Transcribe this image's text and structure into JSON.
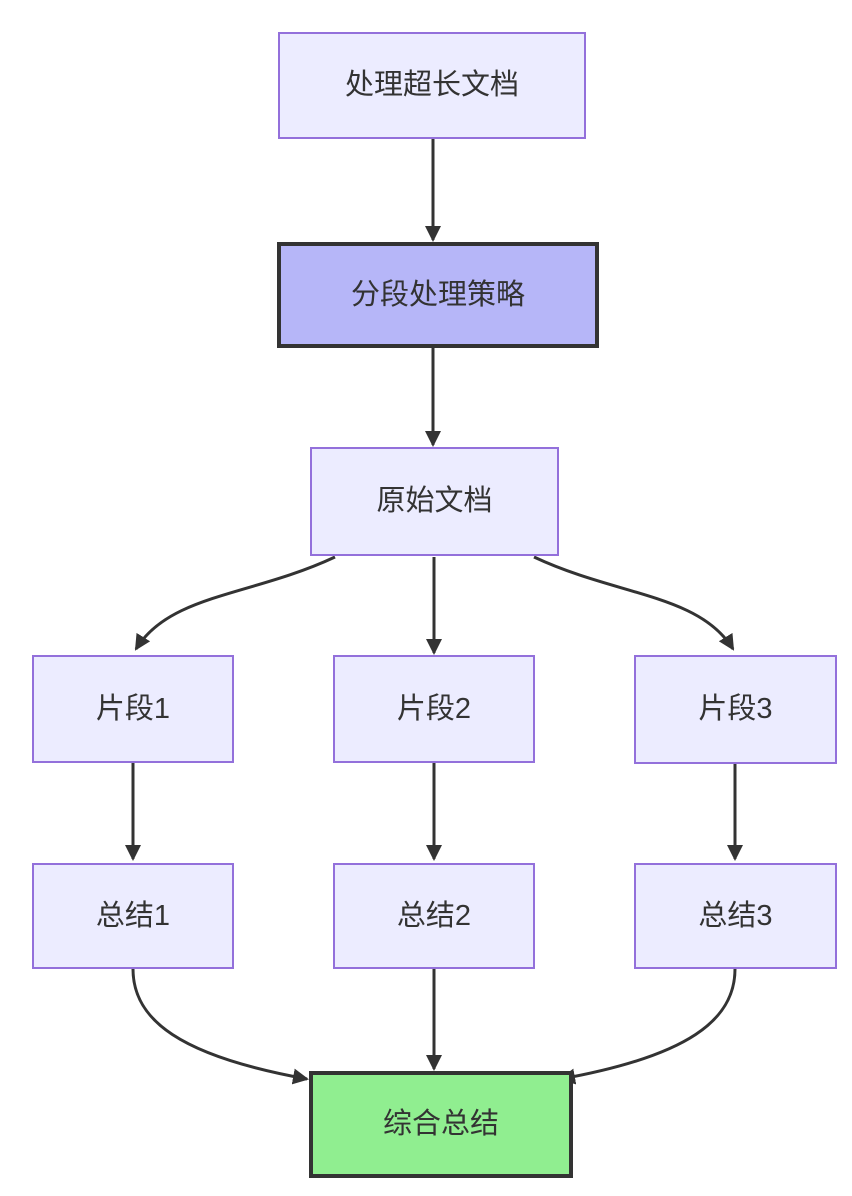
{
  "diagram": {
    "type": "flowchart",
    "direction": "top-down",
    "nodes": {
      "a": {
        "label": "处理超长文档",
        "style": "default"
      },
      "b": {
        "label": "分段处理策略",
        "style": "strategy"
      },
      "c": {
        "label": "原始文档",
        "style": "default"
      },
      "d1": {
        "label": "片段1",
        "style": "default"
      },
      "d2": {
        "label": "片段2",
        "style": "default"
      },
      "d3": {
        "label": "片段3",
        "style": "default"
      },
      "e1": {
        "label": "总结1",
        "style": "default"
      },
      "e2": {
        "label": "总结2",
        "style": "default"
      },
      "e3": {
        "label": "总结3",
        "style": "default"
      },
      "f": {
        "label": "综合总结",
        "style": "result"
      }
    },
    "edges": [
      {
        "from": "处理超长文档",
        "to": "分段处理策略"
      },
      {
        "from": "分段处理策略",
        "to": "原始文档"
      },
      {
        "from": "原始文档",
        "to": "片段1"
      },
      {
        "from": "原始文档",
        "to": "片段2"
      },
      {
        "from": "原始文档",
        "to": "片段3"
      },
      {
        "from": "片段1",
        "to": "总结1"
      },
      {
        "from": "片段2",
        "to": "总结2"
      },
      {
        "from": "片段3",
        "to": "总结3"
      },
      {
        "from": "总结1",
        "to": "综合总结"
      },
      {
        "from": "总结2",
        "to": "综合总结"
      },
      {
        "from": "总结3",
        "to": "综合总结"
      }
    ],
    "colors": {
      "background": "#FFFFFF",
      "node_fill": "#ECECFF",
      "node_border": "#9370DB",
      "strategy_fill": "#B6B6F8",
      "result_fill": "#90EE90",
      "dark_border": "#333333",
      "edge": "#333333",
      "text": "#333333"
    }
  }
}
